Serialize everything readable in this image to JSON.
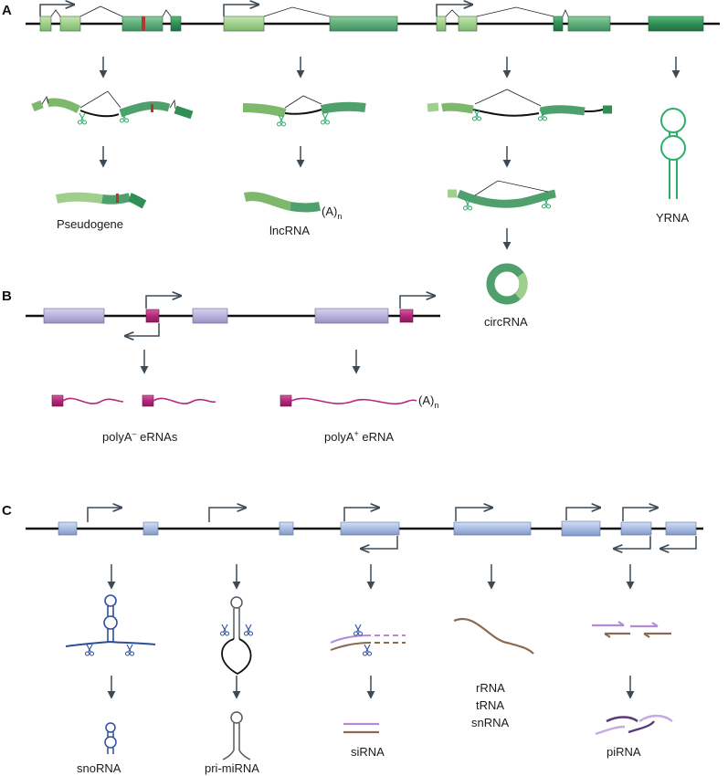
{
  "panels": {
    "a": "A",
    "b": "B",
    "c": "C"
  },
  "panel_a": {
    "pseudogene": "Pseudogene",
    "lncrna": "lncRNA",
    "polya_tail": "(A)",
    "polya_sub": "n",
    "circrna": "circRNA",
    "yrna": "YRNA"
  },
  "panel_b": {
    "polyA_minus_base": "polyA",
    "polyA_minus_sup": "–",
    "polyA_minus_rest": " eRNAs",
    "polyA_plus_base": "polyA",
    "polyA_plus_sup": "+",
    "polyA_plus_rest": " eRNA",
    "polya_tail": "(A)",
    "polya_sub": "n"
  },
  "panel_c": {
    "snorna": "snoRNA",
    "pri_mirna": "pri-miRNA",
    "sirna": "siRNA",
    "rrna": "rRNA",
    "trna": "tRNA",
    "snrna": "snRNA",
    "pirna": "piRNA"
  },
  "colors": {
    "dna_line": "#111111",
    "arrow": "#3d4a55",
    "exon_light": "#9fcf8c",
    "exon_mid": "#5fae7a",
    "exon_dark": "#2f8f55",
    "stop_red": "#b03a2e",
    "enhancer_lavender": "#b9b3dd",
    "enhancer_magenta": "#b3287a",
    "gene_blue": "#a9bce2",
    "sno_blue": "#2d4e9a",
    "mirna_grey": "#555a60",
    "sirna_purple": "#b38ad6",
    "rna_brown": "#8a6a52"
  }
}
